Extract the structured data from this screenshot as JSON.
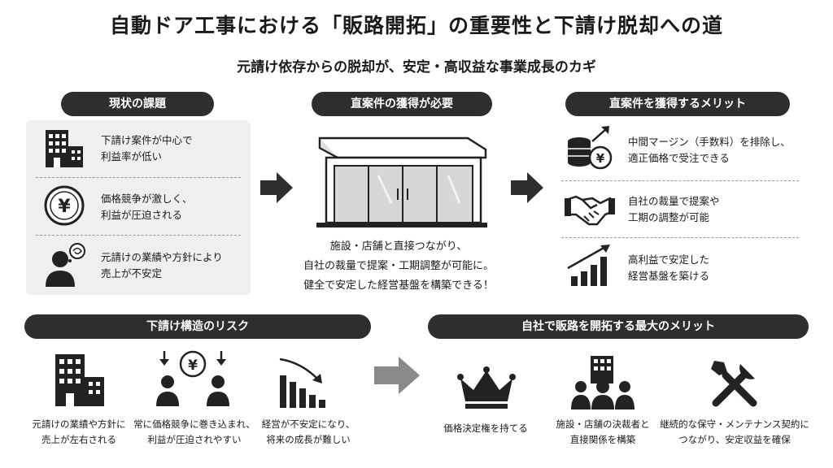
{
  "title": "自動ドア工事における「販路開拓」の重要性と下請け脱却への道",
  "subtitle": "元請け依存からの脱却が、安定・高収益な事業成長のカギ",
  "current_issues": {
    "header": "現状の課題",
    "items": [
      {
        "icon": "building-icon",
        "line1": "下請け案件が中心で",
        "line2": "利益率が低い"
      },
      {
        "icon": "yen-coin-icon",
        "line1": "価格競争が激しく、",
        "line2": "利益が圧迫される"
      },
      {
        "icon": "worried-person-icon",
        "line1": "元請けの業績や方針により",
        "line2": "売上が不安定"
      }
    ]
  },
  "need": {
    "header": "直案件の獲得が必要",
    "icon": "storefront-icon",
    "lines": [
      "施設・店舗と直接つながり、",
      "自社の裁量で提案・工期調整が可能に。",
      "健全で安定した経営基盤を構築できる！"
    ]
  },
  "merits": {
    "header": "直案件を獲得するメリット",
    "items": [
      {
        "icon": "coins-growth-icon",
        "line1": "中間マージン（手数料）を排除し、",
        "line2": "適正価格で受注できる"
      },
      {
        "icon": "handshake-icon",
        "line1": "自社の裁量で提案や",
        "line2": "工期の調整が可能"
      },
      {
        "icon": "growth-chart-icon",
        "line1": "高利益で安定した",
        "line2": "経営基盤を築ける"
      }
    ]
  },
  "risks": {
    "header": "下請け構造のリスク",
    "items": [
      {
        "icon": "building-icon",
        "line1": "元請けの業績や方針に",
        "line2": "売上が左右される"
      },
      {
        "icon": "price-pressure-icon",
        "line1": "常に価格競争に巻き込まれ、",
        "line2": "利益が圧迫されやすい"
      },
      {
        "icon": "declining-chart-icon",
        "line1": "経営が不安定になり、",
        "line2": "将来の成長が難しい"
      }
    ]
  },
  "benefits": {
    "header": "自社で販路を開拓する最大のメリット",
    "items": [
      {
        "icon": "crown-icon",
        "line1": "価格決定権を持てる",
        "line2": ""
      },
      {
        "icon": "decision-makers-icon",
        "line1": "施設・店舗の決裁者と",
        "line2": "直接関係を構築"
      },
      {
        "icon": "tools-icon",
        "line1": "継続的な保守・メンテナンス契約に",
        "line2": "つながり、安定収益を確保"
      }
    ]
  },
  "colors": {
    "dark": "#2e2e2e",
    "panel": "#efefef",
    "arrow": "#8a8a8a"
  }
}
